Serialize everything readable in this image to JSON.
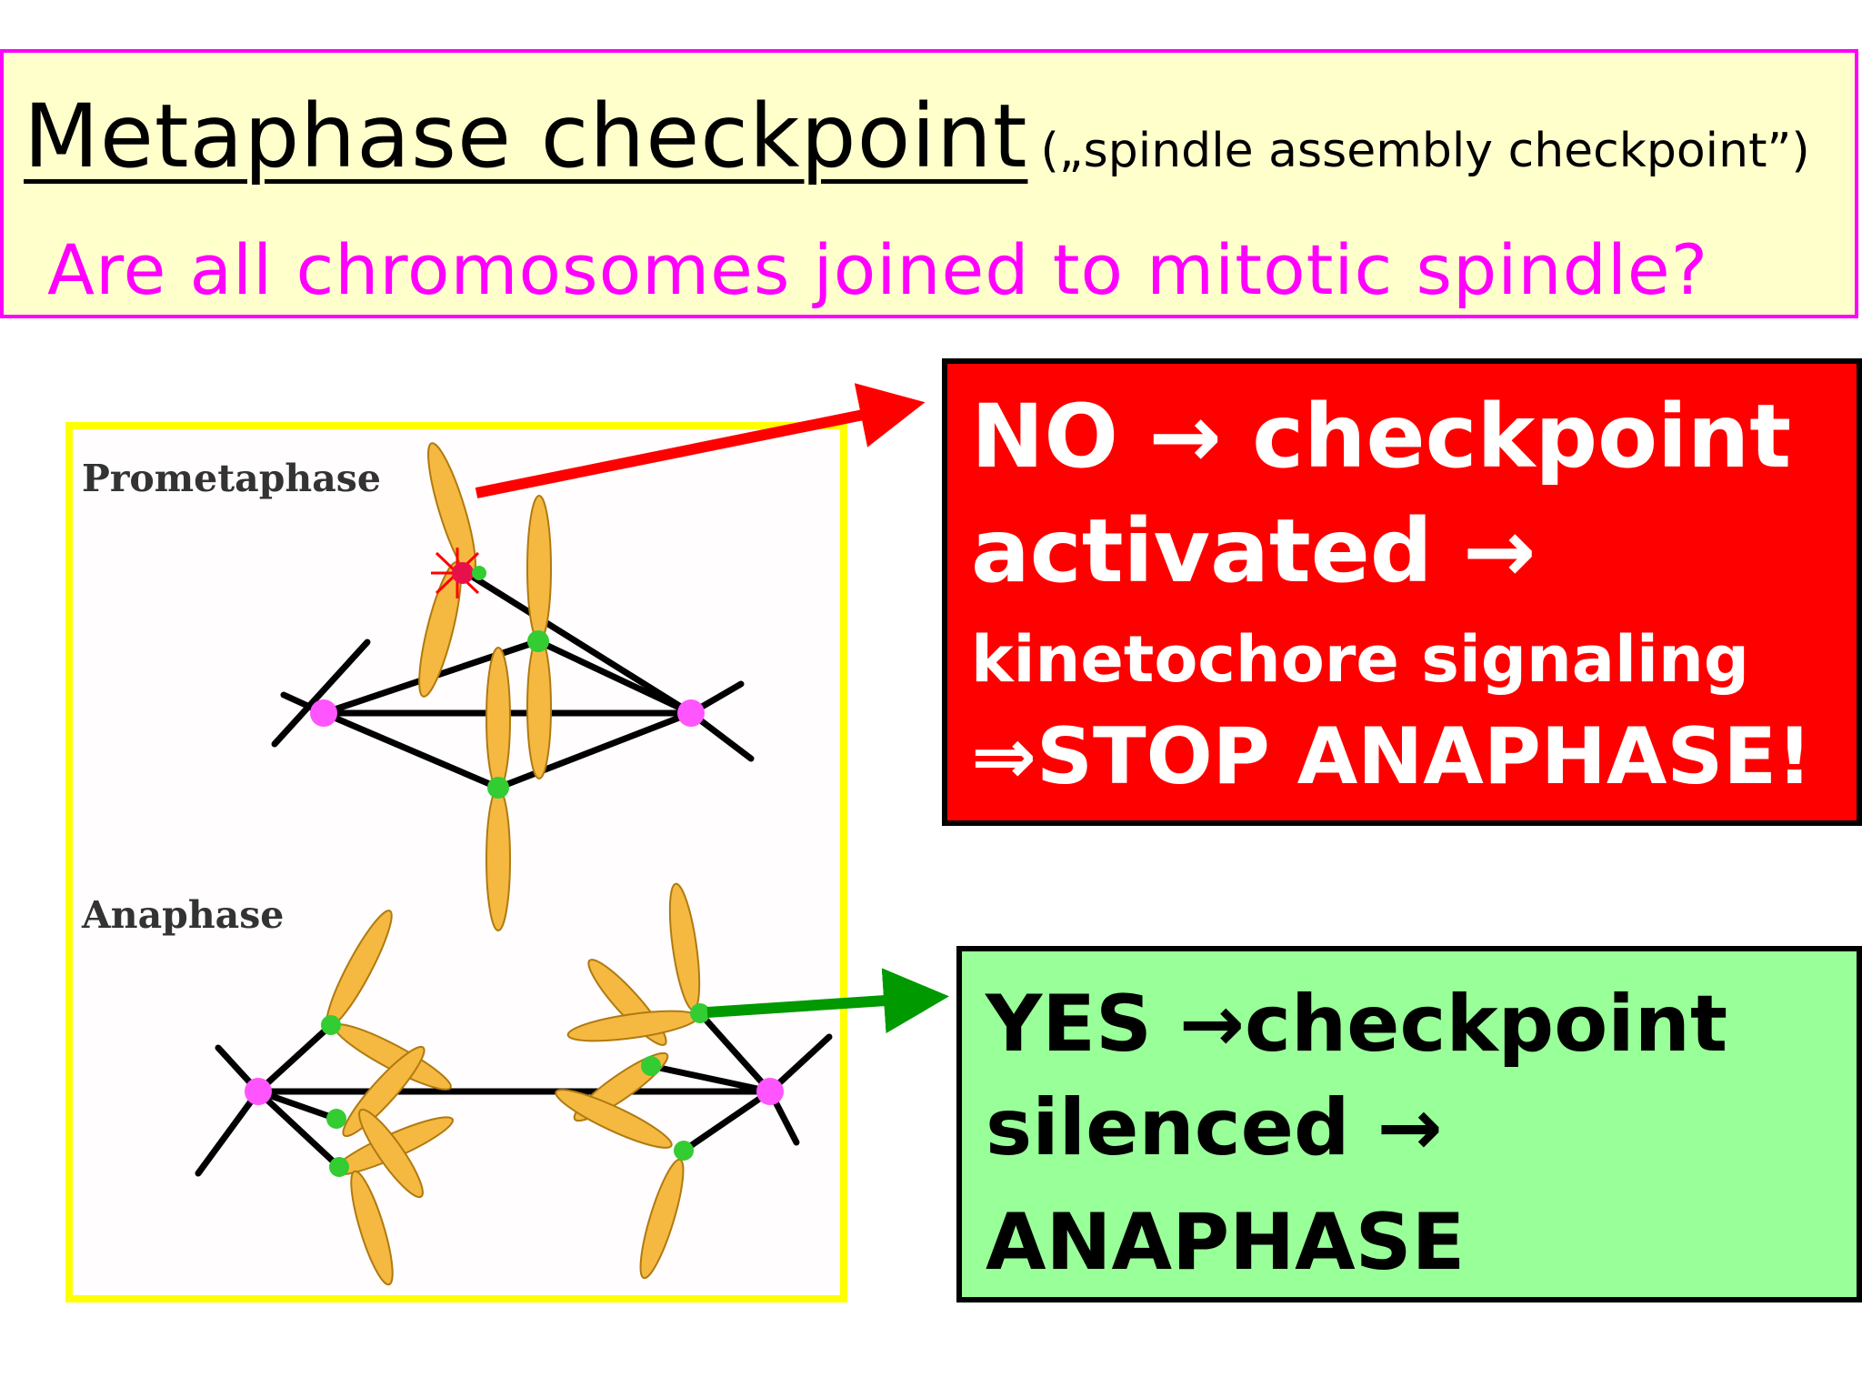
{
  "header": {
    "title": "Metaphase checkpoint",
    "subtitle": "(„spindle assembly checkpoint”)",
    "question": "Are all chromosomes joined to mitotic spindle?"
  },
  "diagram": {
    "label_prometaphase": "Prometaphase",
    "label_anaphase": "Anaphase"
  },
  "no_box": {
    "line1": "NO → checkpoint",
    "line2": "activated →",
    "line3": "kinetochore signaling",
    "line4": "⇒STOP ANAPHASE!"
  },
  "yes_box": {
    "line1": "YES →checkpoint",
    "line2": "silenced →",
    "line3": "ANAPHASE"
  },
  "colors": {
    "header_bg": "#ffffcc",
    "header_border": "#ff00ff",
    "question": "#ff00ff",
    "diagram_border": "#ffff00",
    "chromosome": "#f5b942",
    "kinetochore": "#33cc33",
    "pole": "#ff55ff",
    "no_box": "#ff0000",
    "yes_box": "#99ff99",
    "no_arrow": "#ff0000",
    "yes_arrow": "#009900"
  }
}
